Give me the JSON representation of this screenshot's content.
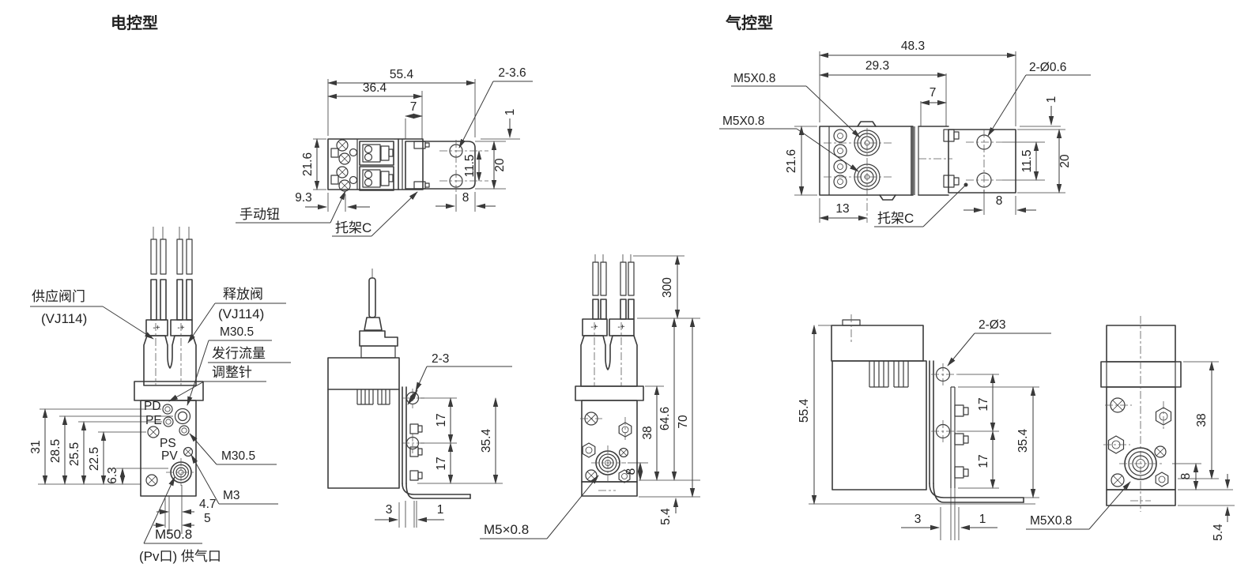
{
  "colors": {
    "line": "#3a3a3a",
    "background": "#ffffff"
  },
  "titles": {
    "electric": "电控型",
    "pneumatic": "气控型"
  },
  "electric_top": {
    "dims": {
      "total_width": "55.4",
      "body_width": "36.4",
      "bracket_offset": "7",
      "top_gap": "1",
      "height": "21.6",
      "left_offset": "9.3",
      "hole_pitch": "11.5",
      "bracket_height": "20",
      "hole_edge": "8"
    },
    "callout_holes": "2-3.6",
    "label_manual_button": "手动钮",
    "label_bracket": "托架C"
  },
  "pneumatic_top": {
    "dims": {
      "total_width": "48.3",
      "body_width": "29.3",
      "bracket_offset": "7",
      "top_gap": "1",
      "height": "21.6",
      "left_offset": "13",
      "hole_pitch": "11.5",
      "bracket_height": "20",
      "hole_edge": "8"
    },
    "callout_port_top": "M5X0.8",
    "callout_port_bottom": "M5X0.8",
    "callout_holes": "2-Ø0.6",
    "label_bracket": "托架C"
  },
  "electric_front": {
    "label_supply_valve": "供应阀门",
    "label_supply_valve_model": "(VJ114)",
    "label_release_valve": "释放阀",
    "label_release_valve_model": "(VJ114)",
    "callout_thread_top": "M30.5",
    "label_flow_line1": "发行流量",
    "label_flow_line2": "调整针",
    "ports": {
      "pd": "PD",
      "pe": "PE",
      "ps": "PS",
      "pv": "PV"
    },
    "callout_thread_side": "M30.5",
    "callout_m3": "M3",
    "dims": {
      "d31": "31",
      "d285": "28.5",
      "d255": "25.5",
      "d225": "22.5",
      "d63": "6.3",
      "d47": "4.7",
      "d5": "5"
    },
    "callout_m508": "M50.8",
    "label_supply_port": "(Pv口) 供气口",
    "coil_marks": "-+"
  },
  "electric_side": {
    "callout_holes": "2-3",
    "dims": {
      "pitch1": "17",
      "pitch2": "17",
      "total": "35.4",
      "d3": "3",
      "d1": "1"
    }
  },
  "electric_front2": {
    "dims": {
      "wire": "300",
      "total": "70",
      "body": "64.6",
      "d38": "38",
      "d8": "8",
      "d54": "5.4"
    },
    "callout_port": "M5×0.8",
    "coil_marks": "-+"
  },
  "pneumatic_side": {
    "callout_holes": "2-Ø3",
    "callout_port": "M5X0.8",
    "dims": {
      "height": "55.4",
      "pitch1": "17",
      "pitch2": "17",
      "total": "35.4",
      "d3": "3",
      "d1": "1"
    }
  },
  "pneumatic_front": {
    "dims": {
      "d38": "38",
      "d8": "8",
      "d54": "5.4"
    }
  }
}
